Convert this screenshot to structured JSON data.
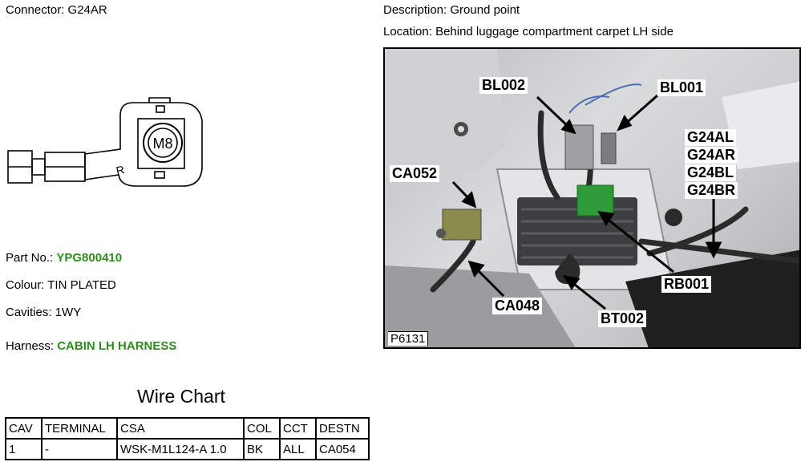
{
  "connector": {
    "label": "Connector:",
    "value": "G24AR"
  },
  "description": {
    "label": "Description:",
    "value": "Ground point"
  },
  "location": {
    "label": "Location:",
    "value": "Behind luggage compartment carpet LH side"
  },
  "terminal_drawing": {
    "stud_label": "M8",
    "side_mark": "R"
  },
  "part_no": {
    "label": "Part No.:",
    "value": "YPG800410"
  },
  "colour": {
    "label": "Colour:",
    "value": "TIN PLATED"
  },
  "cavities": {
    "label": "Cavities:",
    "value": "1WY"
  },
  "harness": {
    "label": "Harness:",
    "value": "CABIN LH HARNESS"
  },
  "wire_chart": {
    "title": "Wire Chart",
    "headers": [
      "CAV",
      "TERMINAL",
      "CSA",
      "COL",
      "CCT",
      "DESTN"
    ],
    "rows": [
      [
        "1",
        "-",
        "WSK-M1L124-A 1.0",
        "BK",
        "ALL",
        "CA054"
      ]
    ]
  },
  "photo": {
    "id": "P6131",
    "callouts": {
      "bl002": "BL002",
      "bl001": "BL001",
      "g24al": "G24AL",
      "g24ar": "G24AR",
      "g24bl": "G24BL",
      "g24br": "G24BR",
      "ca052": "CA052",
      "rb001": "RB001",
      "ca048": "CA048",
      "bt002": "BT002"
    }
  }
}
